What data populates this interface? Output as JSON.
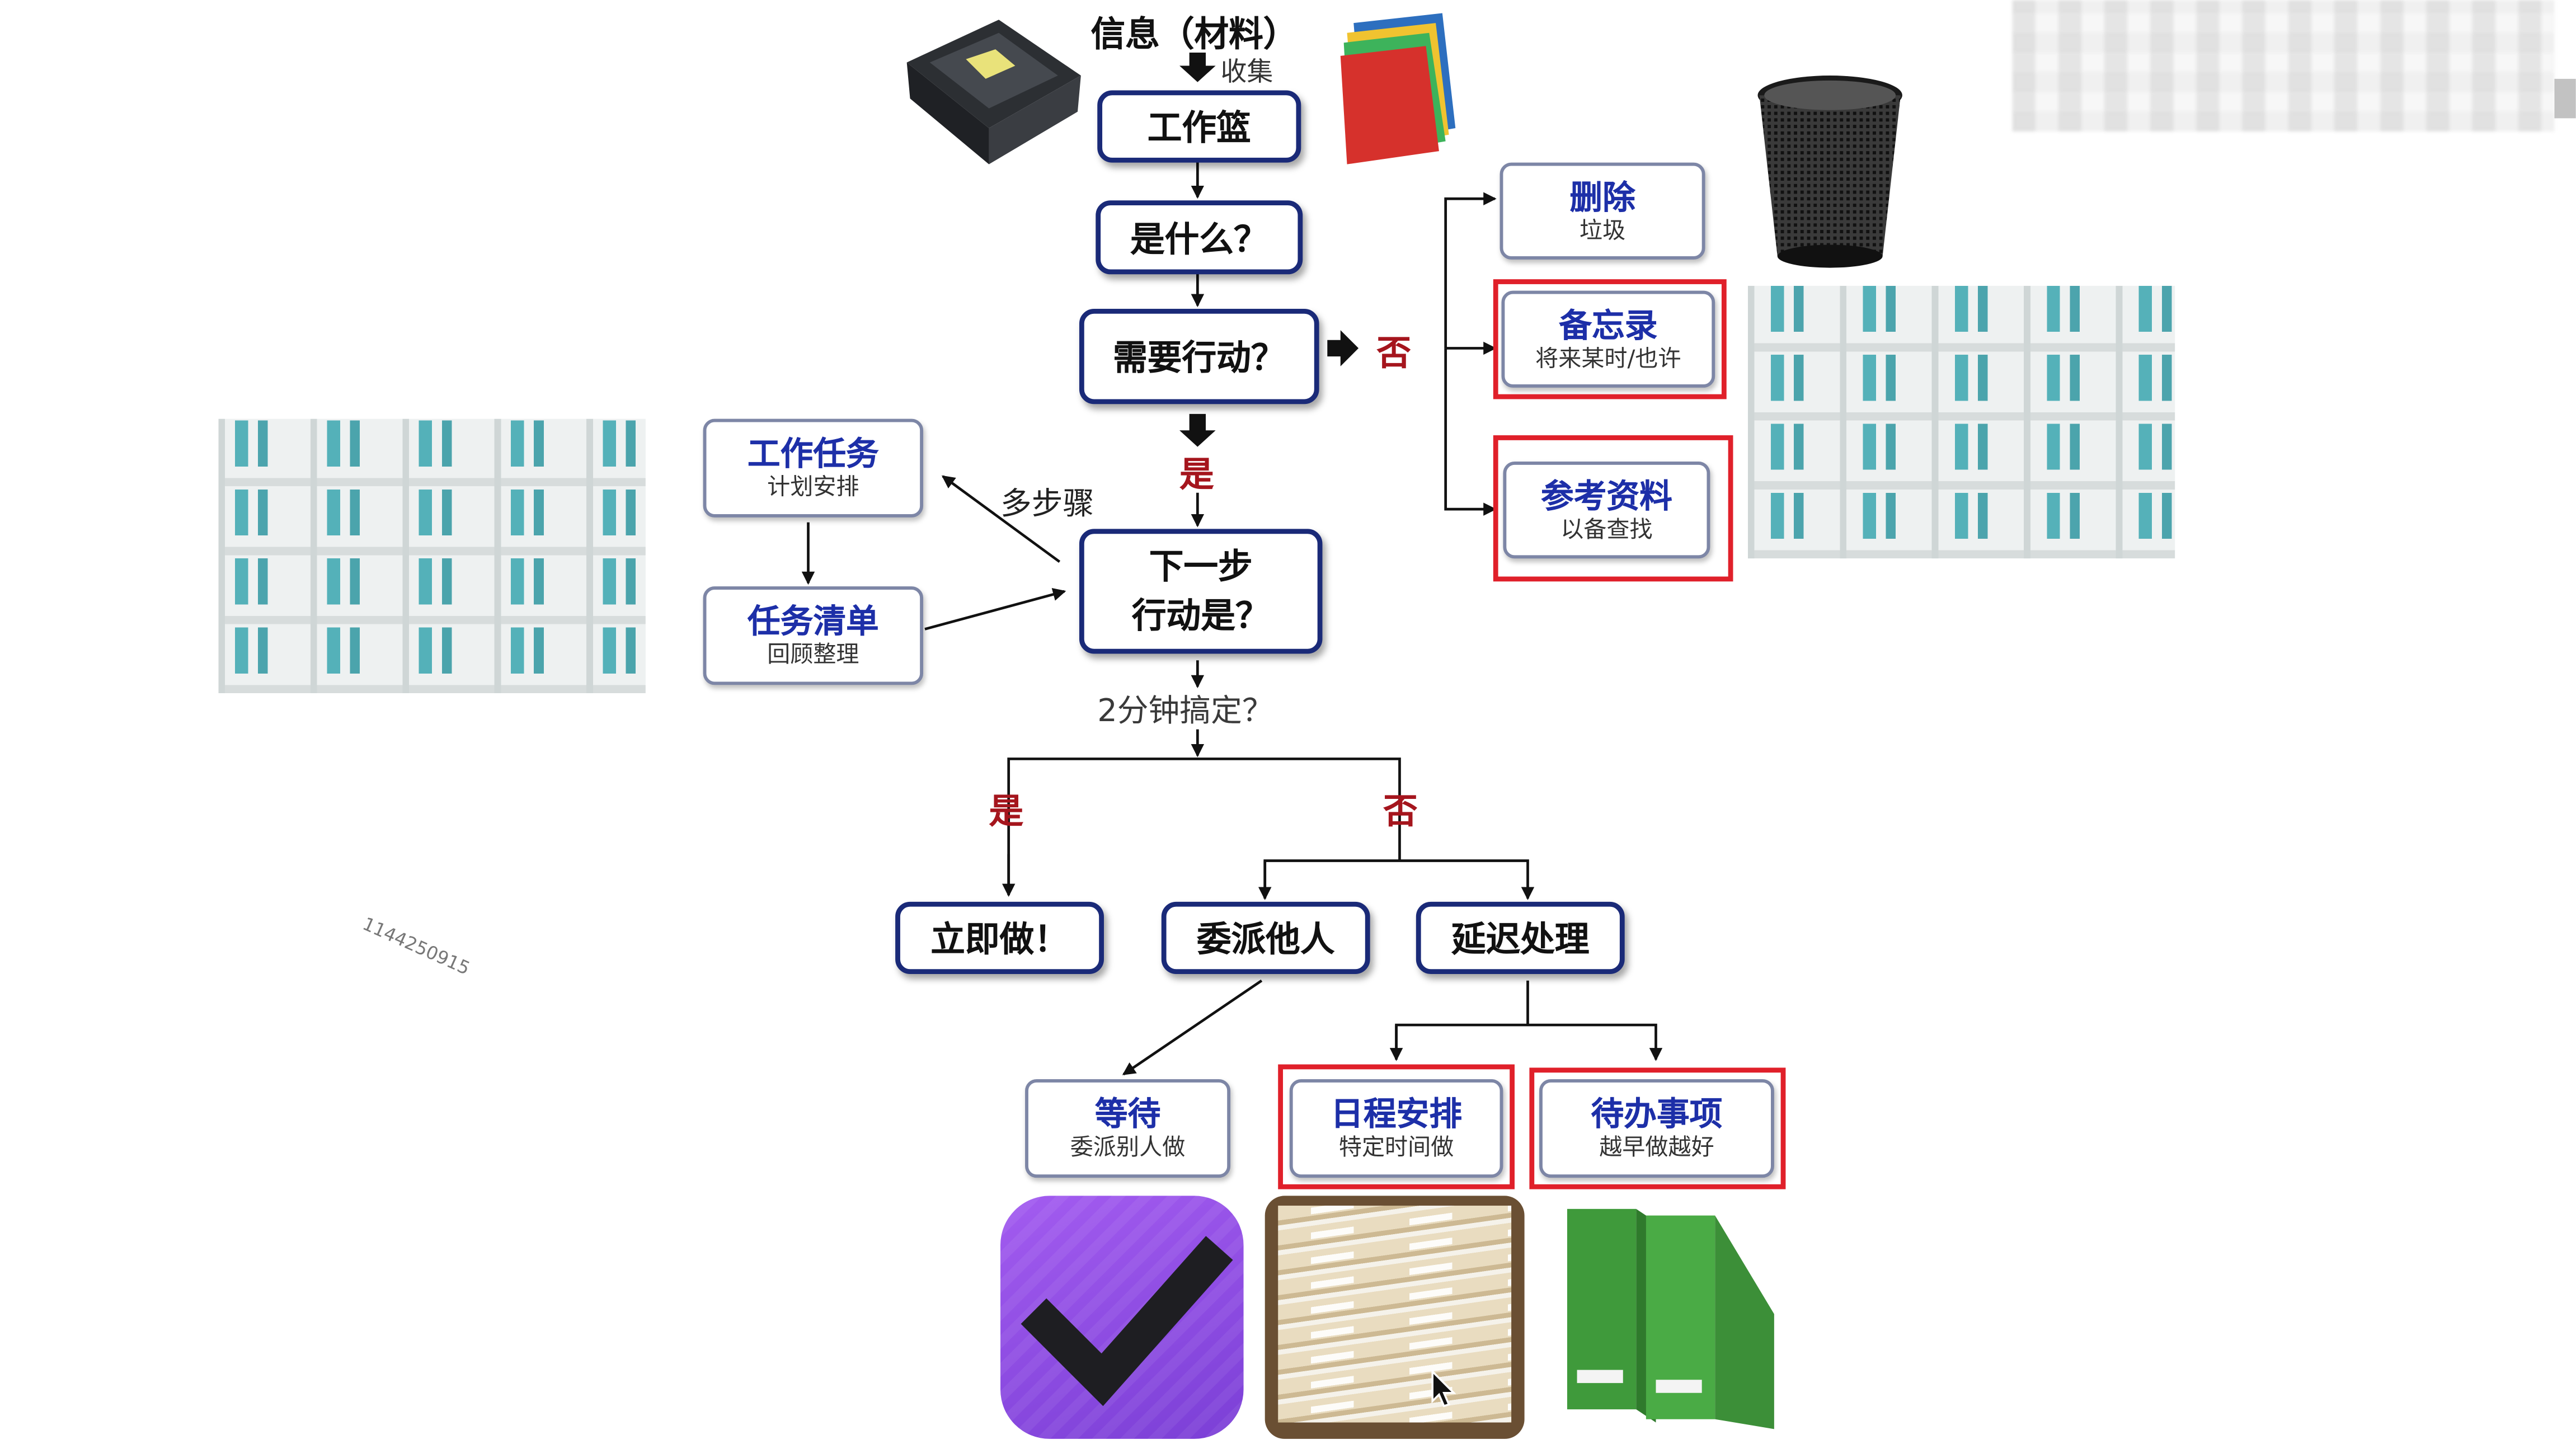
{
  "title": "信息（材料）",
  "collect": "收集",
  "nodes": {
    "inbox": "工作篮",
    "what": "是什么？",
    "actionable": "需要行动？",
    "next_line1": "下一步",
    "next_line2": "行动是？",
    "do_now": "立即做！",
    "delegate": "委派他人",
    "defer": "延迟处理",
    "delete": {
      "title": "删除",
      "sub": "垃圾"
    },
    "someday": {
      "title": "备忘录",
      "sub": "将来某时/也许"
    },
    "reference": {
      "title": "参考资料",
      "sub": "以备查找"
    },
    "project": {
      "title": "工作任务",
      "sub": "计划安排"
    },
    "tasklist": {
      "title": "任务清单",
      "sub": "回顾整理"
    },
    "waiting": {
      "title": "等待",
      "sub": "委派别人做"
    },
    "calendar": {
      "title": "日程安排",
      "sub": "特定时间做"
    },
    "todo": {
      "title": "待办事项",
      "sub": "越早做越好"
    }
  },
  "labels": {
    "no_top": "否",
    "yes_mid": "是",
    "multi_step": "多步骤",
    "two_min": "2分钟搞定？",
    "yes_left": "是",
    "no_right": "否"
  },
  "watermark": "1144250915",
  "colors": {
    "node_border": "#1a2a78",
    "node_title": "#1d2fa8",
    "highlight": "#e0202a",
    "yes_no": "#a5151d"
  },
  "icons": [
    "inbox-tray-icon",
    "file-folders-icon",
    "trash-can-icon",
    "bookshelf-left-image",
    "bookshelf-right-image",
    "omnifocus-check-icon",
    "hanging-files-image",
    "magazine-file-holders-icon",
    "mouse-cursor-icon"
  ]
}
